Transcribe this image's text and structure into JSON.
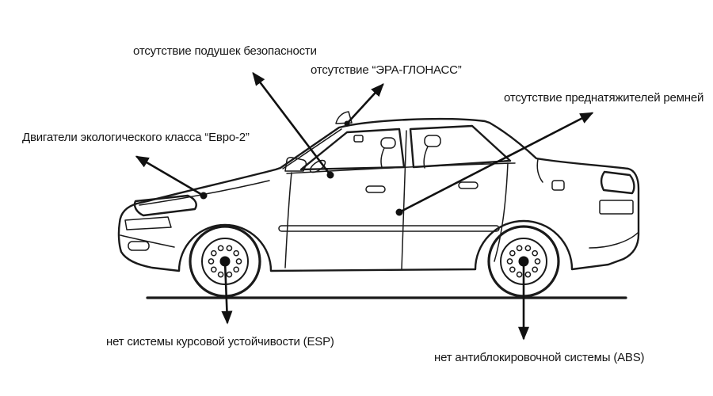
{
  "page": {
    "background": "#ffffff",
    "line_color": "#1a1a1a",
    "subject": "car-side-view-annotated"
  },
  "diagram": {
    "type": "annotated-diagram",
    "labels": [
      {
        "id": "no_airbags",
        "text": "отсутствие подушек безопасности"
      },
      {
        "id": "no_era_glonass",
        "text": "отсутствие “ЭРА-ГЛОНАСС”"
      },
      {
        "id": "no_pretensioners",
        "text": "отсутствие преднатяжителей ремней"
      },
      {
        "id": "euro2_engines",
        "text": "Двигатели экологического класса “Евро-2”"
      },
      {
        "id": "no_esp",
        "text": "нет системы курсовой устойчивости (ESP)"
      },
      {
        "id": "no_abs",
        "text": "нет антиблокировочной системы (ABS)"
      }
    ]
  }
}
